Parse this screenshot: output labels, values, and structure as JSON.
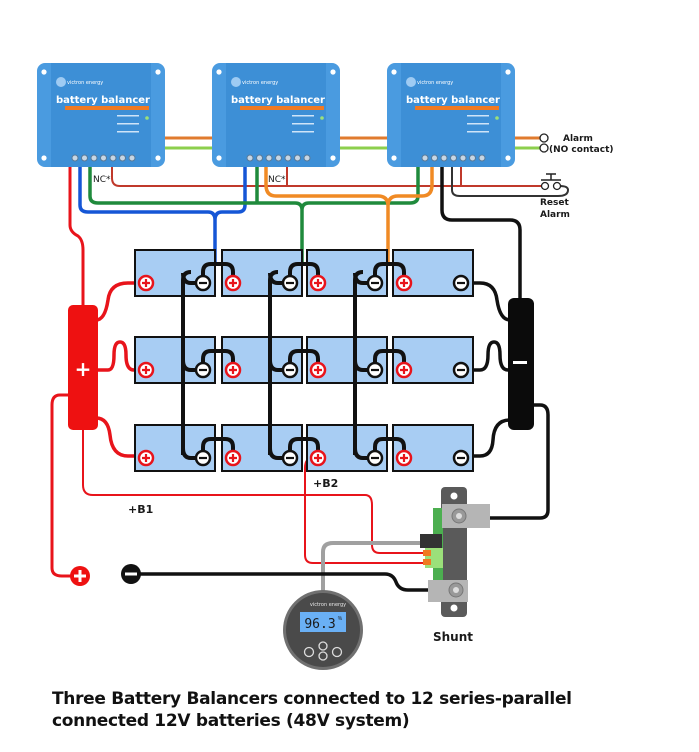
{
  "balancers": [
    {
      "brand": "victron energy",
      "title": "battery balancer",
      "nc_label": "NC*"
    },
    {
      "brand": "victron energy",
      "title": "battery balancer",
      "nc_label": "NC*"
    },
    {
      "brand": "victron energy",
      "title": "battery balancer",
      "nc_label": ""
    }
  ],
  "alarm": {
    "line1": "Alarm",
    "line2": "(NO contact)"
  },
  "reset": {
    "line1": "Reset",
    "line2": "Alarm"
  },
  "busbars": {
    "positive_symbol": "+",
    "negative_symbol": "−"
  },
  "labels": {
    "b1": "+B1",
    "b2": "+B2",
    "shunt": "Shunt"
  },
  "battery_monitor": {
    "brand": "victron energy",
    "reading": "96.3",
    "unit": "%"
  },
  "battery_bank": {
    "rows": 3,
    "columns": 4,
    "battery_voltage": "12V",
    "system_voltage": "48V"
  },
  "terminals": {
    "positive": "+",
    "negative": "−"
  },
  "wire_colors": {
    "positive": "#e8141b",
    "negative": "#111111",
    "midpoint_1": "#1556d6",
    "midpoint_2": "#1f8a3c",
    "midpoint_3": "#f08a24",
    "alarm_orange": "#e07b2e",
    "alarm_green": "#8ccf4d",
    "reset": "#c0392b",
    "sense": "#9a9a9a"
  },
  "colors": {
    "battery_fill": "#a8cdf3",
    "balancer_body": "#3d8fd6",
    "balancer_stripe": "#f07a22"
  },
  "caption": {
    "line1": "Three Battery Balancers connected to 12 series-parallel",
    "line2": "connected 12V batteries (48V system)"
  }
}
